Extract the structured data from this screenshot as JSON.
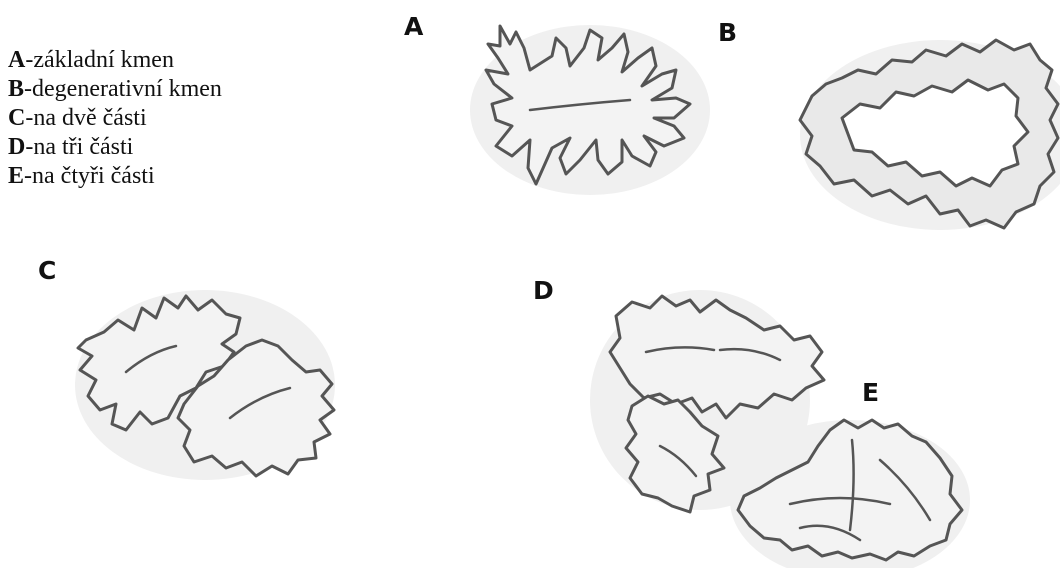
{
  "legend": [
    {
      "key": "A",
      "text": "-základní kmen"
    },
    {
      "key": "B",
      "text": "-degenerativní kmen"
    },
    {
      "key": "C",
      "text": "-na dvě části"
    },
    {
      "key": "D",
      "text": "-na tři části"
    },
    {
      "key": "E",
      "text": "-na čtyři části"
    }
  ],
  "panels": {
    "a": {
      "label": "A"
    },
    "b": {
      "label": "B"
    },
    "c": {
      "label": "C"
    },
    "d": {
      "label": "D"
    },
    "e": {
      "label": "E"
    }
  },
  "colors": {
    "outline": "#555555",
    "fill": "#f3f3f3",
    "text": "#111111"
  }
}
